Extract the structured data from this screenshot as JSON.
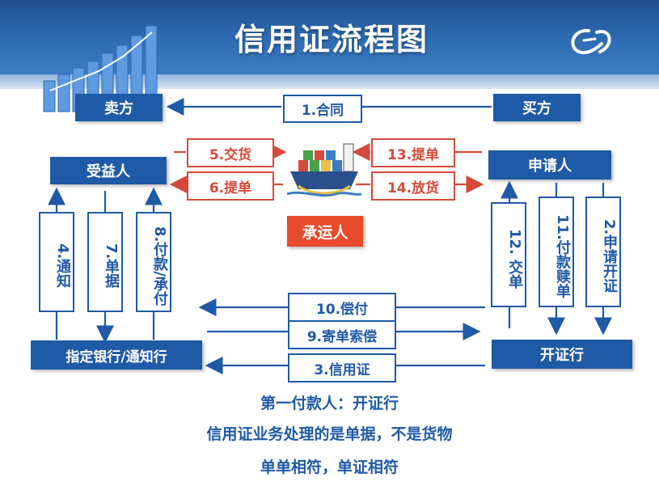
{
  "title": "信用证流程图",
  "colors": {
    "header": "#2e6db3",
    "box": "#1f5aa6",
    "red": "#d64a3a",
    "orange": "#e84a2c"
  },
  "nodes": {
    "seller": "卖方",
    "buyer": "买方",
    "beneficiary": "受益人",
    "applicant": "申请人",
    "carrier": "承运人",
    "advising_bank": "指定银行/通知行",
    "issuing_bank": "开证行"
  },
  "steps": {
    "s1": "1.合同",
    "s2": "2.申请开证",
    "s3": "3.信用证",
    "s4": "4.通知",
    "s5": "5.交货",
    "s6": "6.提单",
    "s7": "7.单据",
    "s8": "8.付款/承付",
    "s9": "9.寄单索偿",
    "s10": "10.偿付",
    "s11": "11.付款赎单",
    "s12": "12. 交单",
    "s13": "13.提单",
    "s14": "14.放货"
  },
  "notes": [
    "第一付款人：开证行",
    "信用证业务处理的是单据，不是货物",
    "单单相符，单证相符"
  ]
}
